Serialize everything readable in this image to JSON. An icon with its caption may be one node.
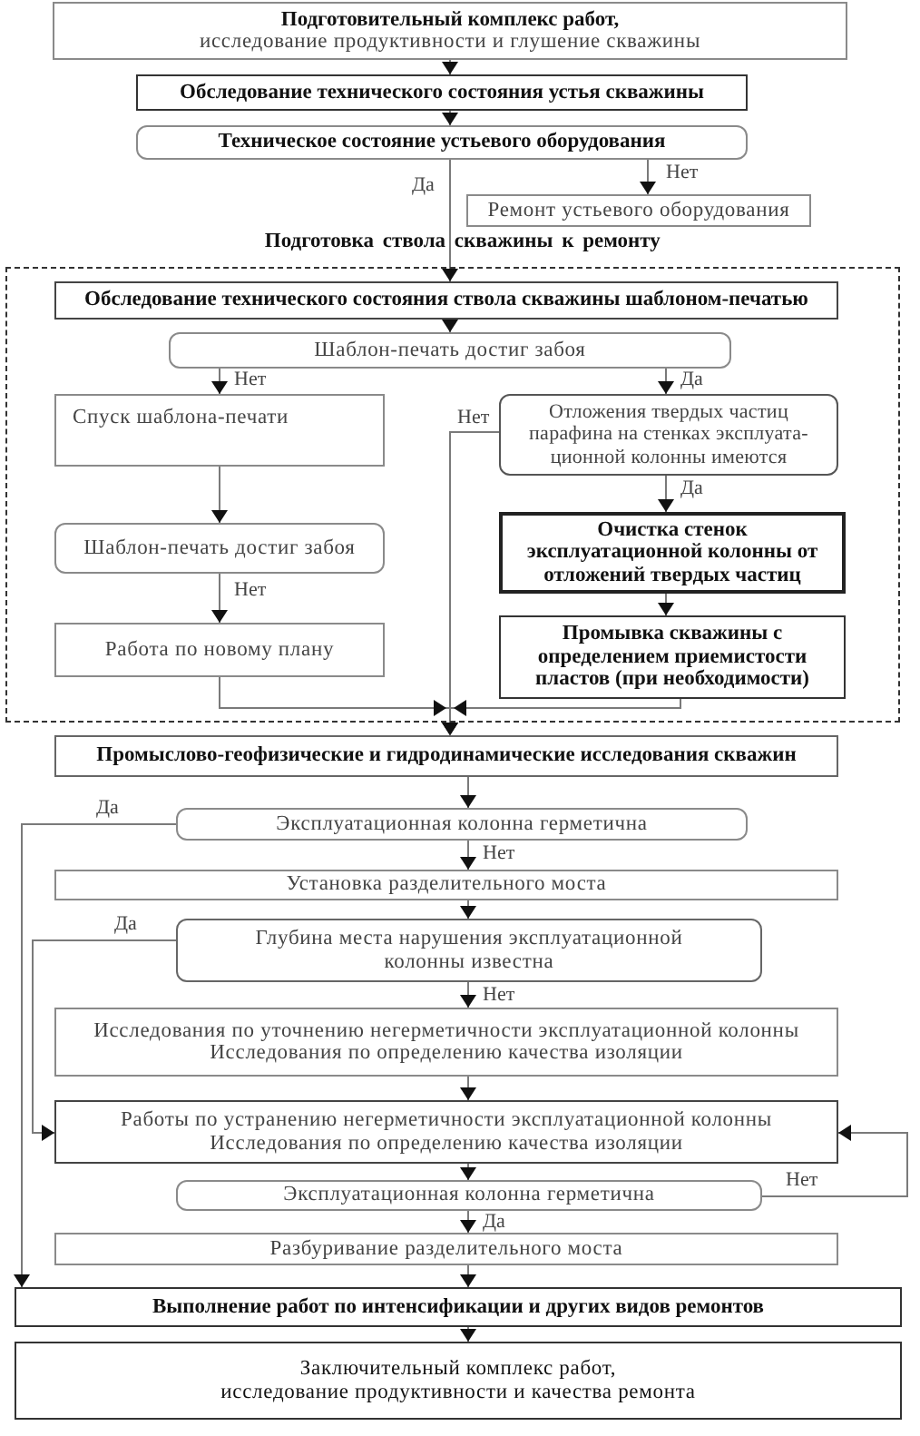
{
  "diagram": {
    "nodes": [
      {
        "text": [
          "Подготовительный комплекс работ,",
          "исследование продуктивности и глушение скважины"
        ]
      },
      {
        "text": [
          "Обследование технического состояния устья скважины"
        ]
      },
      {
        "text": [
          "Техническое состояние устьевого оборудования"
        ]
      },
      {
        "text": [
          "Ремонт устьевого оборудования"
        ]
      },
      {
        "text": [
          "Подготовка ствола скважины к ремонту"
        ]
      },
      {
        "text": [
          "Обследование технического состояния ствола скважины шаблоном-печатью"
        ],
        "in": 4
      },
      {
        "text": [
          "Шаблон-печать достиг забоя"
        ],
        "in": 4
      },
      {
        "text": [
          "Спуск шаблона-печати"
        ],
        "in": 4
      },
      {
        "text": [
          "Отложения твердых частиц парафина на стенках эксплуата-ционной колонны имеются"
        ],
        "in": 4
      },
      {
        "text": [
          "Шаблон-печать достиг забоя"
        ],
        "in": 4
      },
      {
        "text": [
          "Очистка стенок эксплуатационной колонны от отложений твердых частиц"
        ],
        "in": 4
      },
      {
        "text": [
          "Работа по новому плану"
        ],
        "in": 4
      },
      {
        "text": [
          "Промывка скважины с определением приемистости пластов (при необходимости)"
        ],
        "in": 4
      },
      {
        "text": [
          "Промыслово-геофизические и гидродинамические исследования скважин"
        ]
      },
      {
        "text": [
          "Эксплуатационная колонна герметична"
        ]
      },
      {
        "text": [
          "Установка разделительного моста"
        ]
      },
      {
        "text": [
          "Глубина места нарушения эксплуатационной колонны известна"
        ]
      },
      {
        "text": [
          "Исследования по уточнению негерметичности эксплуатационной колонны",
          "Исследования по определению качества изоляции"
        ]
      },
      {
        "text": [
          "Работы по устранению негерметичности эксплуатационной колонны",
          "Исследования по определению качества изоляции"
        ]
      },
      {
        "text": [
          "Эксплуатационная колонна герметична"
        ]
      },
      {
        "text": [
          "Разбуривание разделительного моста"
        ]
      },
      {
        "text": [
          "Выполнение работ по интенсификации и других видов ремонтов"
        ]
      },
      {
        "text": [
          "Заключительный комплекс работ,",
          "исследование продуктивности и качества ремонта"
        ]
      }
    ],
    "edges": [
      {
        "from": 0,
        "to": 1,
        "arrow": "to"
      },
      {
        "from": 1,
        "to": 2,
        "arrow": "to"
      },
      {
        "from": 2,
        "to": 3,
        "arrow": "to",
        "label": "Нет"
      },
      {
        "from": 2,
        "to": 5,
        "arrow": "to",
        "label": "Да"
      },
      {
        "from": 5,
        "to": 6,
        "arrow": "to"
      },
      {
        "from": 6,
        "to": 7,
        "arrow": "to",
        "label": "Нет"
      },
      {
        "from": 6,
        "to": 8,
        "arrow": "to",
        "label": "Да"
      },
      {
        "from": 7,
        "to": 9,
        "arrow": "to"
      },
      {
        "from": 8,
        "to": 10,
        "arrow": "to",
        "label": "Да"
      },
      {
        "from": 9,
        "to": 11,
        "arrow": "to",
        "label": "Нет"
      },
      {
        "from": 10,
        "to": 12,
        "arrow": "to"
      },
      {
        "from": 8,
        "to": 13,
        "arrow": "to",
        "label": "Нет"
      },
      {
        "from": 11,
        "to": 13,
        "arrow": "to"
      },
      {
        "from": 12,
        "to": 13,
        "arrow": "to"
      },
      {
        "from": 13,
        "to": 14,
        "arrow": "to"
      },
      {
        "from": 14,
        "to": 21,
        "arrow": "to",
        "label": "Да"
      },
      {
        "from": 14,
        "to": 15,
        "arrow": "to",
        "label": "Нет"
      },
      {
        "from": 15,
        "to": 16,
        "arrow": "to"
      },
      {
        "from": 16,
        "to": 18,
        "arrow": "to",
        "label": "Да"
      },
      {
        "from": 16,
        "to": 17,
        "arrow": "to",
        "label": "Нет"
      },
      {
        "from": 17,
        "to": 18,
        "arrow": "to"
      },
      {
        "from": 18,
        "to": 19,
        "arrow": "to"
      },
      {
        "from": 19,
        "to": 18,
        "arrow": "to",
        "label": "Нет"
      },
      {
        "from": 19,
        "to": 20,
        "arrow": "to",
        "label": "Да"
      },
      {
        "from": 20,
        "to": 21,
        "arrow": "to"
      },
      {
        "from": 21,
        "to": 22,
        "arrow": "to"
      }
    ]
  }
}
